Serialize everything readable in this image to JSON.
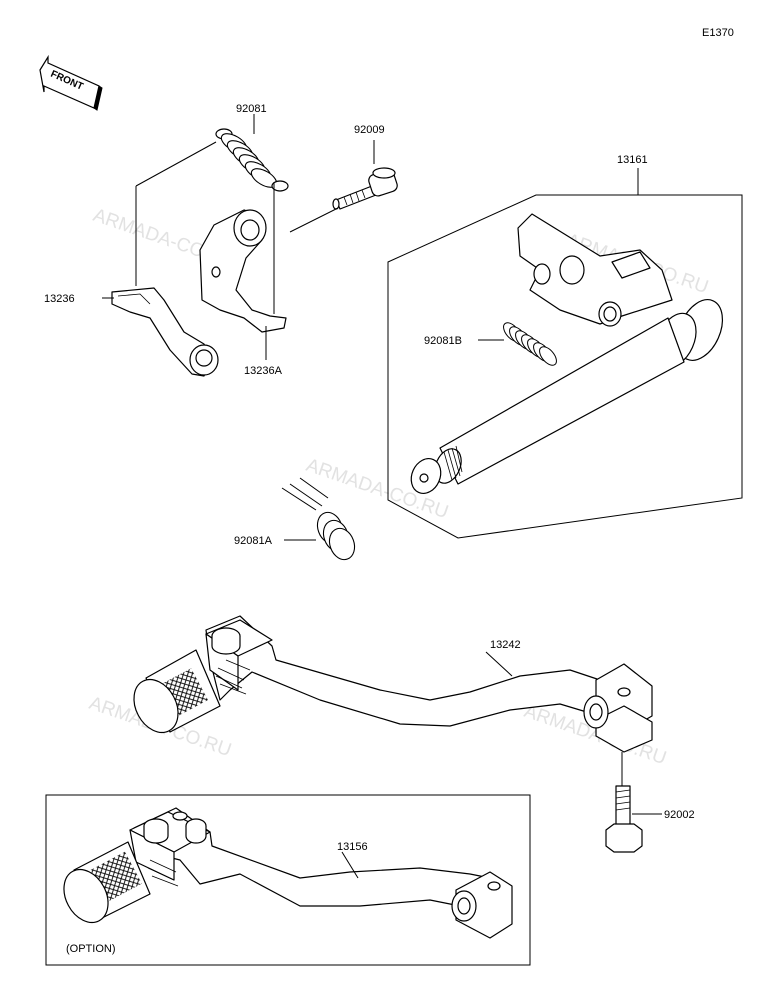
{
  "diagram_code": "E1370",
  "front_badge": "FRONT",
  "watermark": "ARMADA-CO.RU",
  "option_label": "(OPTION)",
  "callouts": {
    "p92081": "92081",
    "p92009": "92009",
    "p13161": "13161",
    "p13236": "13236",
    "p13236A": "13236A",
    "p92081B": "92081B",
    "p92081A": "92081A",
    "p13242": "13242",
    "p92002": "92002",
    "p13156": "13156"
  }
}
